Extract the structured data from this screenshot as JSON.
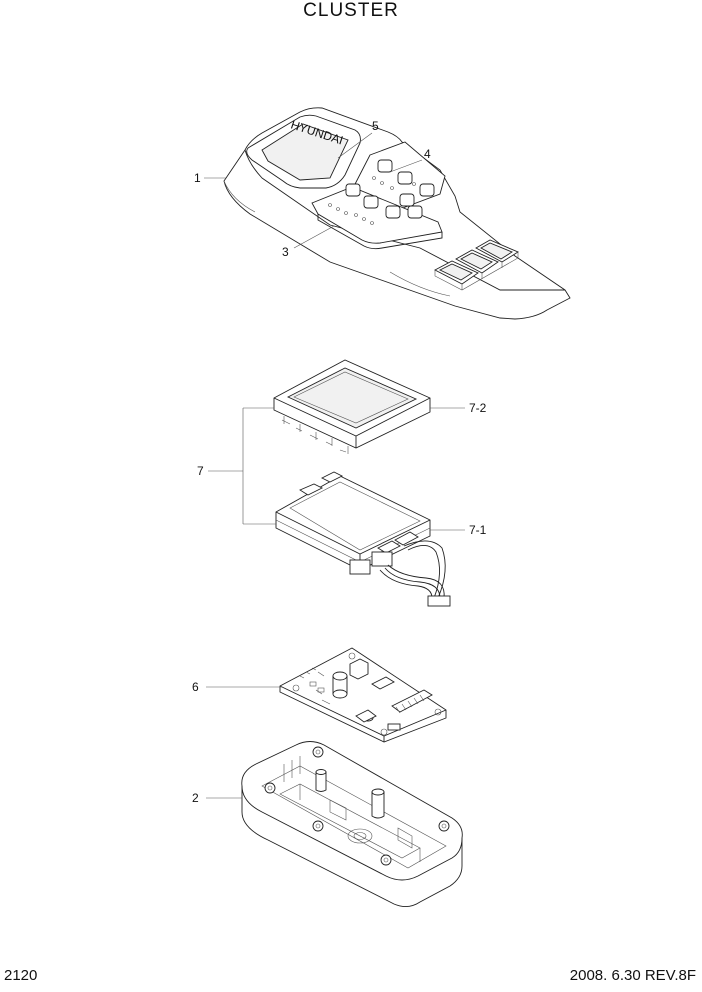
{
  "header": {
    "title": "CLUSTER"
  },
  "footer": {
    "page_number": "2120",
    "revision": "2008. 6.30  REV.8F"
  },
  "callouts": {
    "c1": "1",
    "c2": "2",
    "c3": "3",
    "c4": "4",
    "c5": "5",
    "c6": "6",
    "c7": "7",
    "c7_1": "7-1",
    "c7_2": "7-2"
  },
  "parts": [
    {
      "id": "1",
      "name": "cluster-housing-top"
    },
    {
      "id": "2",
      "name": "cluster-housing-bottom"
    },
    {
      "id": "3",
      "name": "switch-panel"
    },
    {
      "id": "4",
      "name": "button-keypad"
    },
    {
      "id": "5",
      "name": "lcd-window"
    },
    {
      "id": "6",
      "name": "circuit-board"
    },
    {
      "id": "7",
      "name": "lcd-assembly"
    },
    {
      "id": "7-1",
      "name": "lcd-module"
    },
    {
      "id": "7-2",
      "name": "lcd-frame"
    }
  ]
}
